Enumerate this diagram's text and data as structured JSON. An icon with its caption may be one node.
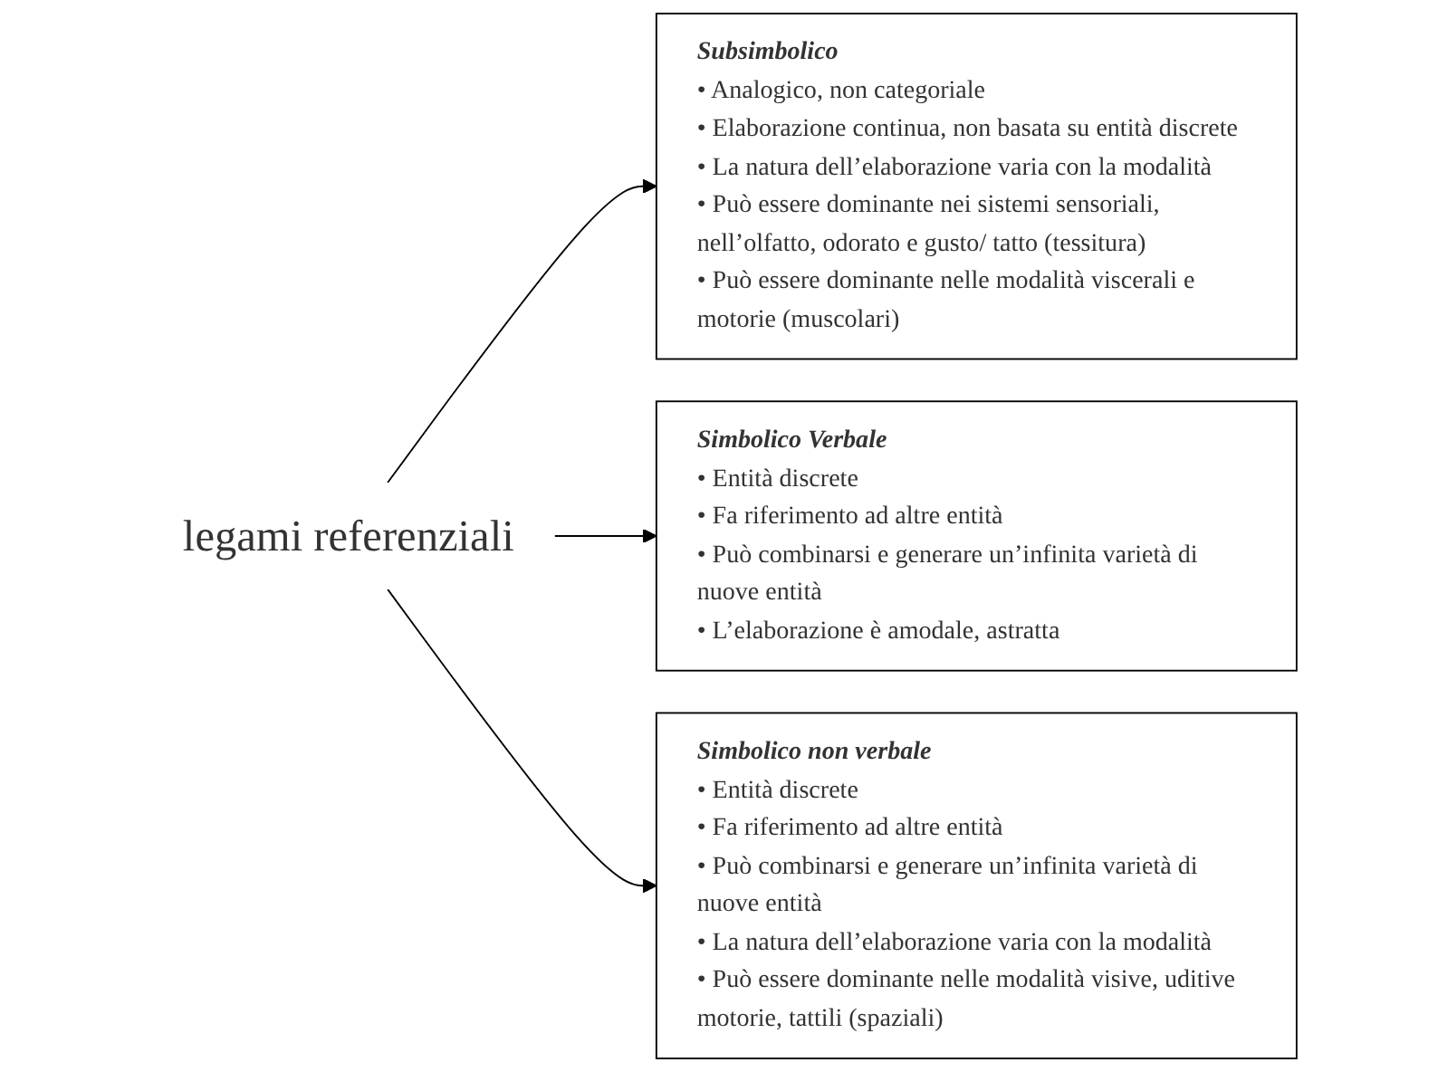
{
  "diagram": {
    "nodes": [
      {
        "text": [
          "Simbolico Verbale",
          "• Entità discrete",
          "• Fa riferimento ad altre entità",
          "• Può combinarsi e generare un’infinita varietà di nuove entità",
          "• L’elaborazione è amodale, astratta"
        ]
      },
      {
        "text": [
          "Subsimbolico",
          "• Analogico, non categoriale",
          "• Elaborazione continua, non basata su entità discrete",
          "• La natura dell’elaborazione varia con la modalità",
          "• Può essere dominante nei sistemi sensoriali, nell’olfatto, odorato e gusto/ tatto (tessitura)",
          "• Può essere dominante nelle modalità viscerali e motorie (muscolari)"
        ]
      },
      {
        "text": [
          "legami referenziali"
        ]
      },
      {
        "text": [
          "Simbolico non verbale",
          "• Entità discrete",
          "• Fa riferimento ad altre entità",
          "• Può combinarsi e generare un’infinita varietà di nuove entità",
          "• La natura dell’elaborazione varia con la modalità",
          "• Può essere dominante nelle modalità visive, uditive motorie, tattili (spaziali)"
        ]
      }
    ],
    "edges": [
      {
        "from": 2,
        "to": 1,
        "arrow": "to"
      },
      {
        "from": 2,
        "to": 0,
        "arrow": "to"
      },
      {
        "from": 2,
        "to": 3,
        "arrow": "to"
      }
    ]
  }
}
